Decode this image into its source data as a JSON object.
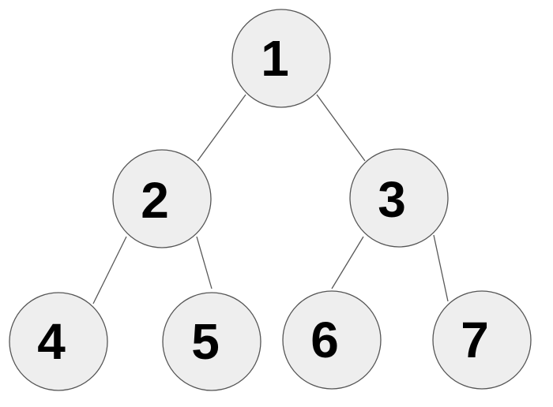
{
  "tree": {
    "nodes": [
      {
        "id": "1",
        "label": "1"
      },
      {
        "id": "2",
        "label": "2"
      },
      {
        "id": "3",
        "label": "3"
      },
      {
        "id": "4",
        "label": "4"
      },
      {
        "id": "5",
        "label": "5"
      },
      {
        "id": "6",
        "label": "6"
      },
      {
        "id": "7",
        "label": "7"
      }
    ],
    "edges": [
      {
        "from": "1",
        "to": "2"
      },
      {
        "from": "1",
        "to": "3"
      },
      {
        "from": "2",
        "to": "4"
      },
      {
        "from": "2",
        "to": "5"
      },
      {
        "from": "3",
        "to": "6"
      },
      {
        "from": "3",
        "to": "7"
      }
    ]
  },
  "colors": {
    "node_fill": "#eeeeee",
    "node_stroke": "#555555",
    "edge": "#595959",
    "label": "#000000"
  }
}
